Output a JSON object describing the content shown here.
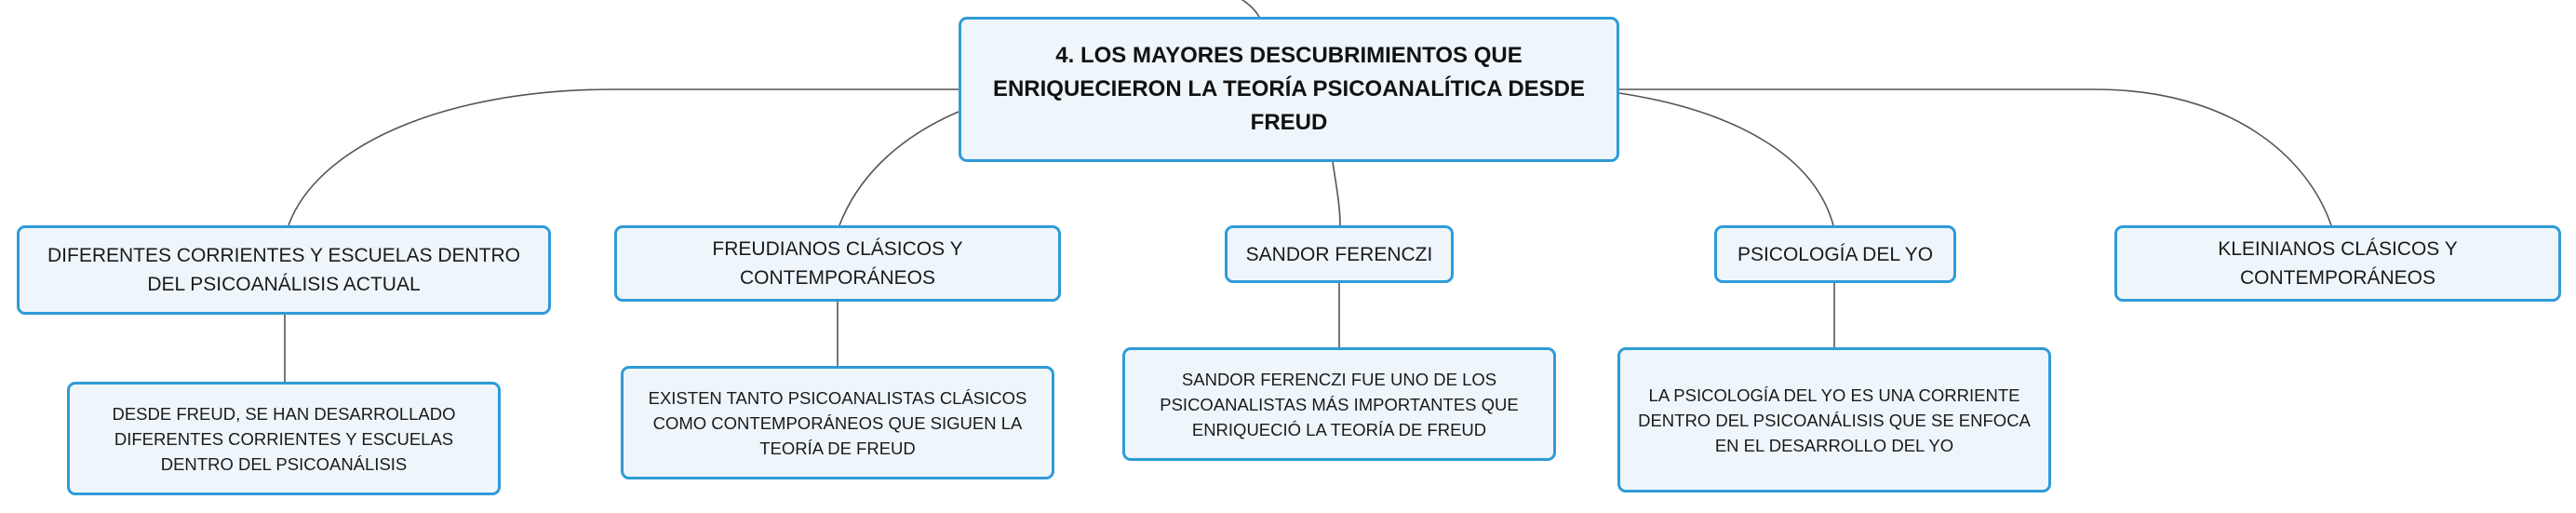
{
  "diagram": {
    "root": {
      "text": "4. LOS MAYORES DESCUBRIMIENTOS QUE ENRIQUECIERON LA TEORÍA PSICOANALÍTICA DESDE FREUD"
    },
    "branches": [
      {
        "text": "DIFERENTES CORRIENTES Y ESCUELAS DENTRO DEL PSICOANÁLISIS ACTUAL",
        "child": "DESDE FREUD, SE HAN DESARROLLADO DIFERENTES CORRIENTES Y ESCUELAS DENTRO DEL PSICOANÁLISIS"
      },
      {
        "text": "FREUDIANOS CLÁSICOS Y CONTEMPORÁNEOS",
        "child": "EXISTEN TANTO PSICOANALISTAS CLÁSICOS COMO CONTEMPORÁNEOS QUE SIGUEN LA TEORÍA DE FREUD"
      },
      {
        "text": "SANDOR FERENCZI",
        "child": "SANDOR FERENCZI FUE UNO DE LOS PSICOANALISTAS MÁS IMPORTANTES QUE ENRIQUECIÓ LA TEORÍA DE FREUD"
      },
      {
        "text": "PSICOLOGÍA DEL YO",
        "child": "LA PSICOLOGÍA DEL YO ES UNA CORRIENTE DENTRO DEL PSICOANÁLISIS QUE SE ENFOCA EN EL DESARROLLO DEL YO"
      },
      {
        "text": "KLEINIANOS CLÁSICOS Y CONTEMPORÁNEOS"
      }
    ],
    "colors": {
      "node_border": "#2f9bd7",
      "node_fill": "#eef6fc",
      "link": "#555555"
    }
  }
}
